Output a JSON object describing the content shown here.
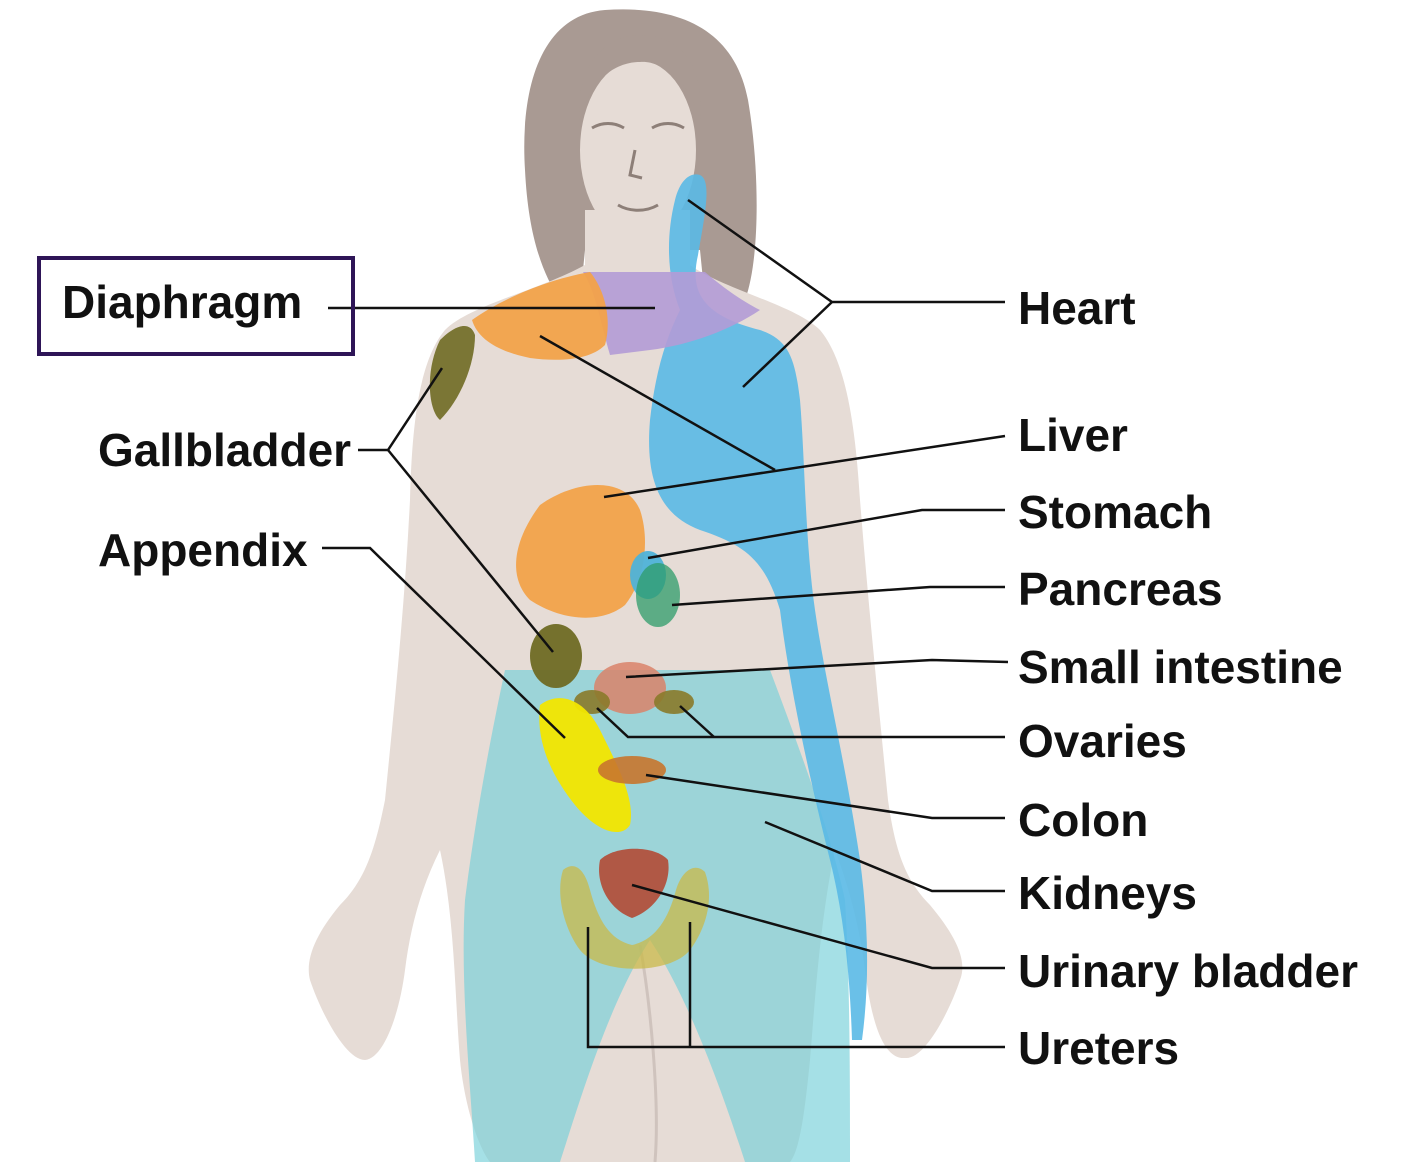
{
  "labels": {
    "diaphragm": "Diaphragm",
    "gallbladder": "Gallbladder",
    "appendix": "Appendix",
    "heart": "Heart",
    "liver": "Liver",
    "stomach": "Stomach",
    "pancreas": "Pancreas",
    "small_intestine": "Small intestine",
    "ovaries": "Ovaries",
    "colon": "Colon",
    "kidneys": "Kidneys",
    "urinary_bladder": "Urinary bladder",
    "ureters": "Ureters"
  },
  "highlighted_label": "diaphragm",
  "colors": {
    "skin": "#e6dcd6",
    "hair": "#a99a93",
    "heart_region": "#5ab9e6",
    "diaphragm_region": "#b39bd6",
    "liver_region": "#f2a24a",
    "gallbladder_region": "#6f6a24",
    "stomach_region": "#4fb2d8",
    "pancreas_region": "#2e9c6a",
    "small_intestine_region": "#d9826a",
    "ovaries_region": "#8a7a2a",
    "colon_region": "#c8762e",
    "appendix_region": "#f2e600",
    "kidneys_region": "#74cfd9",
    "urinary_bladder_region": "#b24a35",
    "ureters_region": "#c9b94a",
    "box_border": "#2e1557",
    "leader_line": "#111111"
  }
}
